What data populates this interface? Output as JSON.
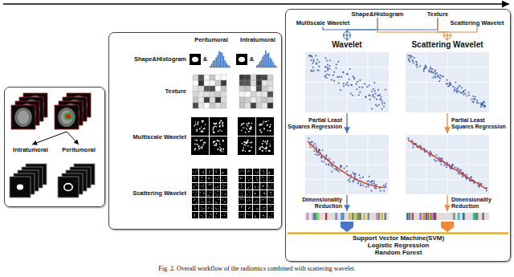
{
  "diagram": {
    "caption": "Fig. 2. Overall workflow of the radiomics combined with scattering wavelet.",
    "nodes": [
      {
        "text": [
          "Intratumoral",
          "Peritumoral"
        ]
      },
      {
        "text": [
          "Peritumoral",
          "Intratumoral",
          "Shape&Histogram",
          "&",
          "&",
          "Texture",
          "Multiscale Wavelet",
          "Scattering Wavelet"
        ]
      },
      {
        "text": [
          "Partial Least Squares Regression",
          "Partial Least Squares Regression",
          "Dimensionality Reduction",
          "Dimensionality Reduction"
        ]
      },
      {
        "text": [
          "Shape&Histogram"
        ],
        "in": 2
      },
      {
        "text": [
          "Texture"
        ],
        "in": 2
      },
      {
        "text": [
          "Multiscale Wavelet"
        ],
        "in": 2
      },
      {
        "text": [
          "Scattering Wavelet"
        ],
        "in": 2
      },
      {
        "text": [
          "Wavelet"
        ],
        "in": 2
      },
      {
        "text": [
          "Scattering Wavelet"
        ],
        "in": 2
      },
      {
        "text": [
          "Support Vector Machine(SVM)",
          "Logistic Regression",
          "Random Forest"
        ],
        "in": 2
      }
    ],
    "edges": [
      {
        "from": 3,
        "to": 7,
        "arrow": "to"
      },
      {
        "from": 4,
        "to": 7,
        "arrow": "to"
      },
      {
        "from": 5,
        "to": 7,
        "arrow": "to"
      },
      {
        "from": 3,
        "to": 8,
        "arrow": "to"
      },
      {
        "from": 4,
        "to": 8,
        "arrow": "to"
      },
      {
        "from": 6,
        "to": 8,
        "arrow": "to"
      }
    ]
  }
}
